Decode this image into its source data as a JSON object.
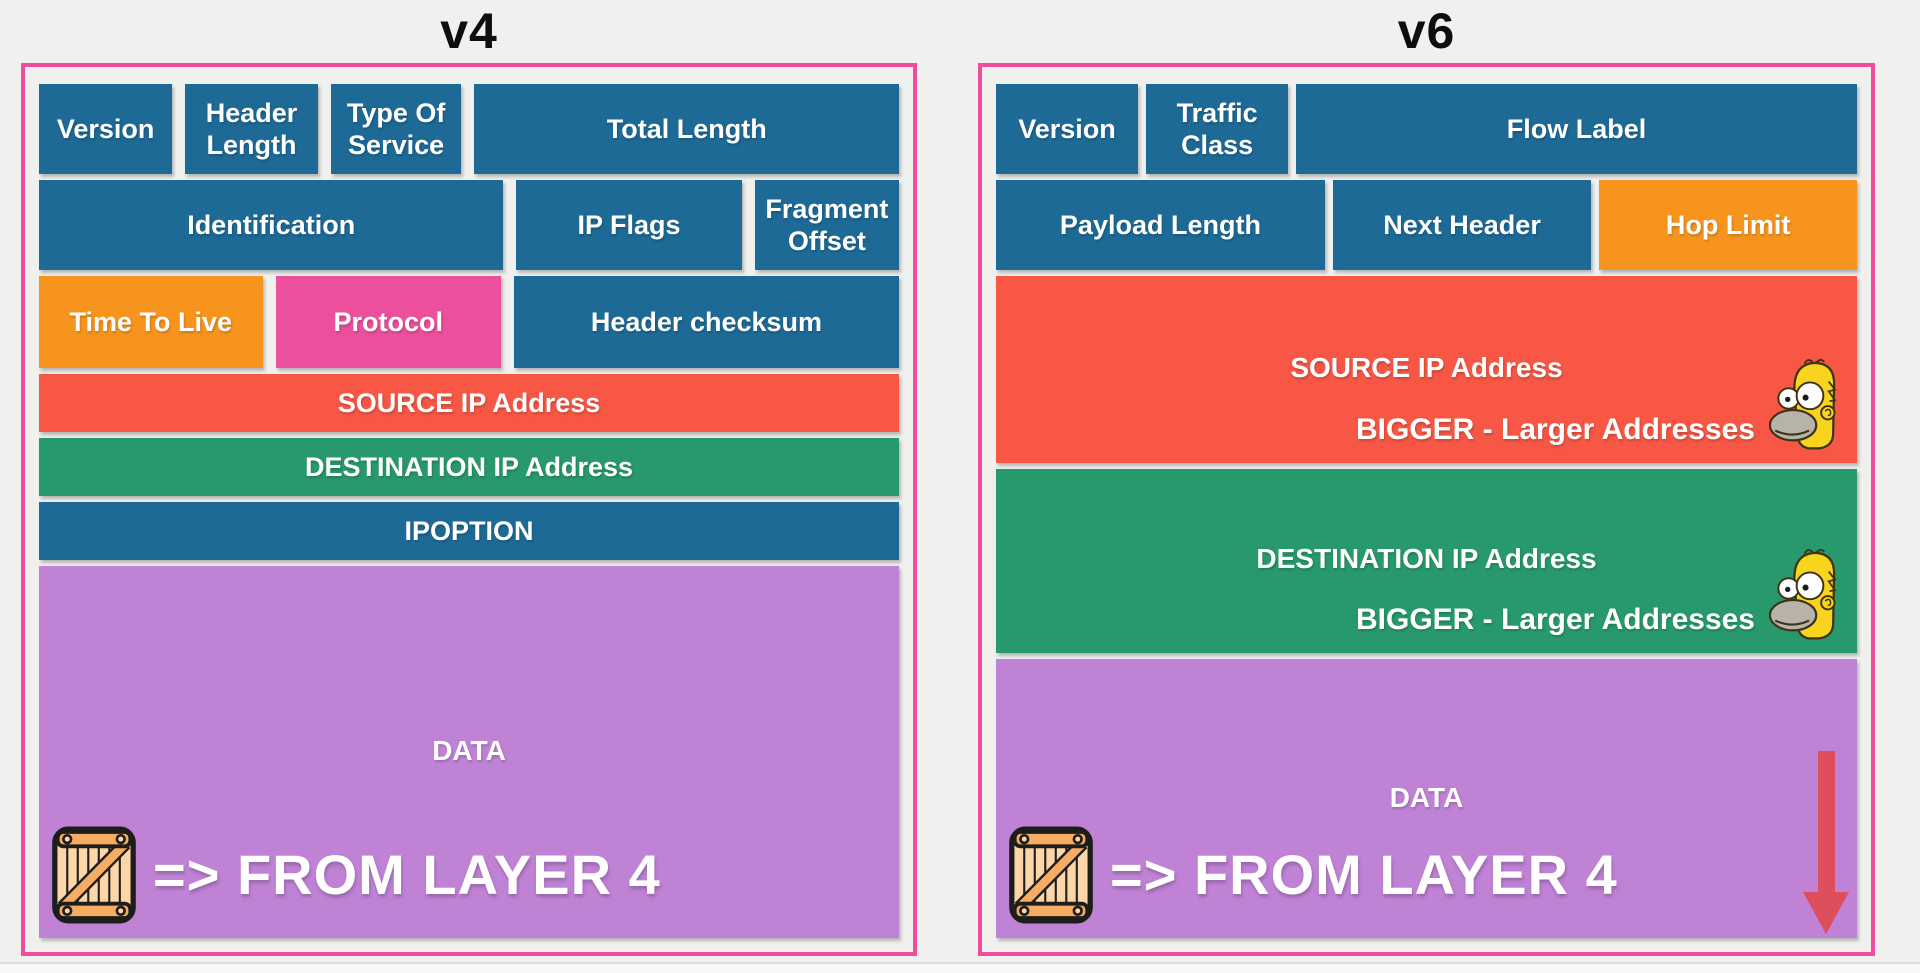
{
  "palette": {
    "background": "#f0f1ef",
    "panel_border": "#ed4d9c",
    "blue": "#1e6a96",
    "orange": "#f7941e",
    "magenta": "#ec4f9c",
    "red": "#f75744",
    "green": "#28996c",
    "purple": "#bf82d5",
    "arrow": "#dd4f5c",
    "title_text": "#0e0e0e",
    "box_text": "#ffffff"
  },
  "v4": {
    "title": "v4",
    "row1": [
      {
        "label": "Version"
      },
      {
        "label": "Header Length"
      },
      {
        "label": "Type Of Service"
      },
      {
        "label": "Total Length"
      }
    ],
    "row2": [
      {
        "label": "Identification"
      },
      {
        "label": "IP Flags"
      },
      {
        "label": "Fragment Offset"
      }
    ],
    "row3": [
      {
        "label": "Time To Live"
      },
      {
        "label": "Protocol"
      },
      {
        "label": "Header checksum"
      }
    ],
    "stripes": [
      {
        "label": "SOURCE IP Address"
      },
      {
        "label": "DESTINATION IP Address"
      },
      {
        "label": "IPOPTION"
      }
    ],
    "data_box": {
      "label": "DATA",
      "from_layer": "=> FROM LAYER 4"
    }
  },
  "v6": {
    "title": "v6",
    "row1": [
      {
        "label": "Version"
      },
      {
        "label": "Traffic Class"
      },
      {
        "label": "Flow Label"
      }
    ],
    "row2": [
      {
        "label": "Payload Length"
      },
      {
        "label": "Next Header"
      },
      {
        "label": "Hop Limit"
      }
    ],
    "source": {
      "label": "SOURCE IP Address",
      "note": "BIGGER - Larger Addresses"
    },
    "destination": {
      "label": "DESTINATION IP Address",
      "note": "BIGGER - Larger Addresses"
    },
    "data_box": {
      "label": "DATA",
      "from_layer": "=> FROM LAYER 4"
    }
  }
}
